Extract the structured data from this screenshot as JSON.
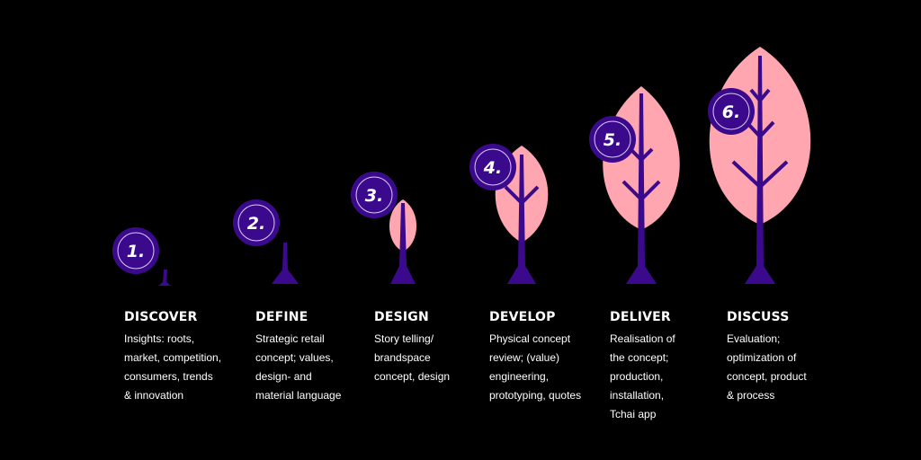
{
  "colors": {
    "background": "#000000",
    "stem": "#3b0a8c",
    "leaf": "#ffa6b0",
    "badge": "#3b0a8c",
    "badge_ring": "#d9c9ff",
    "text": "#ffffff"
  },
  "steps": [
    {
      "number": "1.",
      "title": "DISCOVER",
      "description": "Insights: roots,\nmarket, competition,\nconsumers, trends\n& innovation"
    },
    {
      "number": "2.",
      "title": "DEFINE",
      "description": "Strategic retail\nconcept; values,\ndesign- and\nmaterial language"
    },
    {
      "number": "3.",
      "title": "DESIGN",
      "description": "Story telling/\nbrandspace\nconcept, design"
    },
    {
      "number": "4.",
      "title": "DEVELOP",
      "description": "Physical concept\nreview; (value)\nengineering,\nprototyping, quotes"
    },
    {
      "number": "5.",
      "title": "DELIVER",
      "description": "Realisation of\nthe concept;\nproduction,\ninstallation,\nTchai app"
    },
    {
      "number": "6.",
      "title": "DISCUSS",
      "description": "Evaluation;\noptimization of\nconcept, product\n& process"
    }
  ]
}
